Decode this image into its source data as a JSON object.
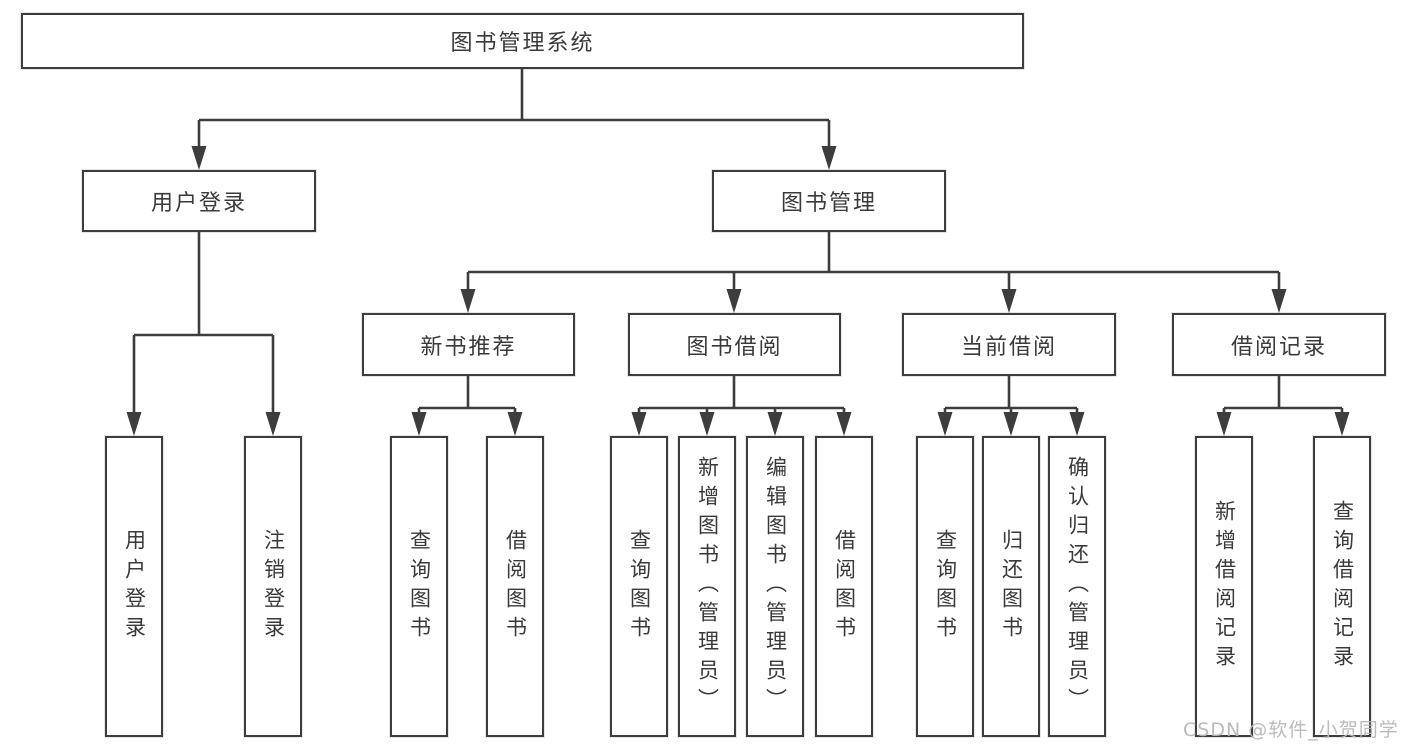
{
  "diagram_type": "hierarchy-tree",
  "watermark": "CSDN @软件_小贺同学",
  "colors": {
    "line": "#3d3d3d",
    "text": "#3a3a3a",
    "box_background": "#ffffff",
    "watermark": "#b8b8b8"
  },
  "root": {
    "label": "图书管理系统"
  },
  "branches": [
    {
      "label": "用户登录",
      "leaves": [
        {
          "label": "用户登录"
        },
        {
          "label": "注销登录"
        }
      ]
    },
    {
      "label": "图书管理",
      "children": [
        {
          "label": "新书推荐",
          "leaves": [
            {
              "label": "查询图书"
            },
            {
              "label": "借阅图书"
            }
          ]
        },
        {
          "label": "图书借阅",
          "leaves": [
            {
              "label": "查询图书"
            },
            {
              "label": "新增图书（管理员）"
            },
            {
              "label": "编辑图书（管理员）"
            },
            {
              "label": "借阅图书"
            }
          ]
        },
        {
          "label": "当前借阅",
          "leaves": [
            {
              "label": "查询图书"
            },
            {
              "label": "归还图书"
            },
            {
              "label": "确认归还（管理员）"
            }
          ]
        },
        {
          "label": "借阅记录",
          "leaves": [
            {
              "label": "新增借阅记录"
            },
            {
              "label": "查询借阅记录"
            }
          ]
        }
      ]
    }
  ]
}
